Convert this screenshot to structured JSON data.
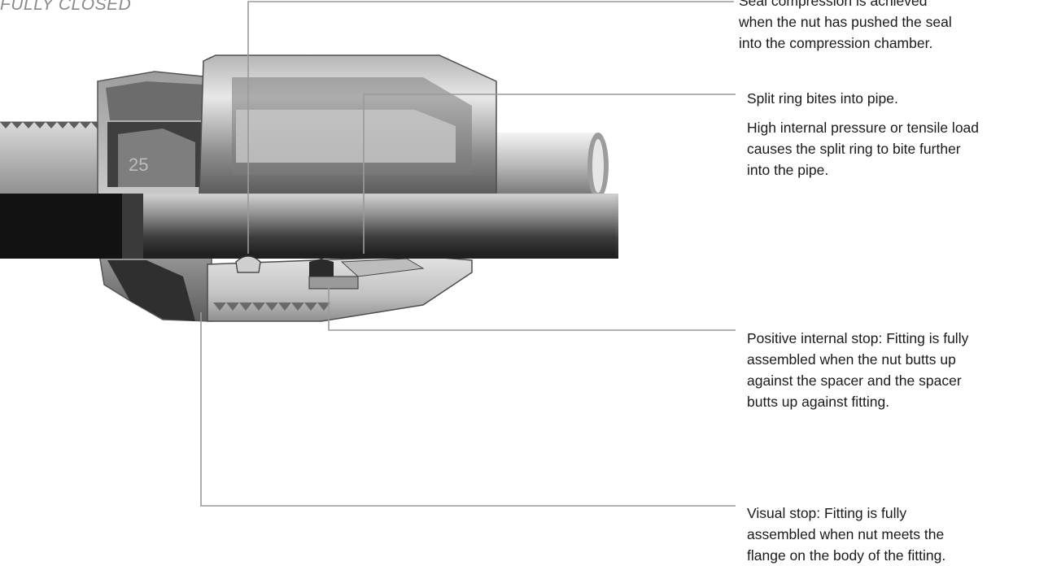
{
  "title": "FULLY CLOSED",
  "callouts": {
    "seal": {
      "lines": [
        "Seal compression is achieved",
        "when the nut has pushed the seal",
        "into the compression chamber."
      ]
    },
    "split_ring": {
      "lines": [
        "Split ring bites into pipe."
      ],
      "detail_lines": [
        "High internal pressure or tensile load",
        "causes the split ring to bite further",
        "into the pipe."
      ]
    },
    "internal_stop": {
      "lines": [
        "Positive internal stop:  Fitting is fully",
        "assembled when the nut butts up",
        "against the spacer and the spacer",
        "butts up against fitting."
      ]
    },
    "visual_stop": {
      "lines": [
        "Visual stop: Fitting is fully",
        "assembled when nut meets the",
        "flange on the body of the fitting."
      ]
    }
  },
  "colors": {
    "leader": "#9a9a9a",
    "metal_dark": "#2b2b2b",
    "metal_light": "#d8d8d8"
  },
  "fitting_label": "25"
}
